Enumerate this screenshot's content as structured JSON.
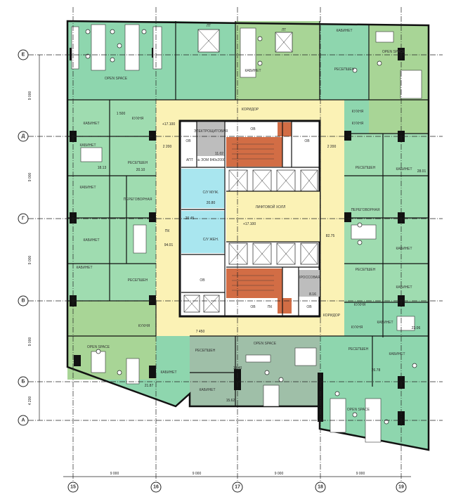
{
  "axes": {
    "columns": [
      "15",
      "16",
      "17",
      "18",
      "19"
    ],
    "rows": [
      "Е",
      "Д",
      "Г",
      "В",
      "Б",
      "А"
    ],
    "col_spacing": [
      "9 000",
      "9 000",
      "9 000",
      "9 000"
    ],
    "row_spacing": [
      "9 000",
      "9 000",
      "9 000",
      "9 000",
      "4 200"
    ]
  },
  "labels": {
    "open_space": "OPEN SPACE",
    "cabinet": "КАБИНЕТ",
    "reception": "РЕСЕПШЕН",
    "meeting": "ПЕРЕГОВОРНАЯ",
    "kitchen": "КУХНЯ",
    "corridor": "КОРИДОР",
    "lift_hall": "ЛИФТОВОЙ ХОЛЛ",
    "wc_male": "С/У МУЖ.",
    "wc_female": "С/У ЖЕН.",
    "cross": "КРОССОВАЯ",
    "electrical": "ЭЛЕКТРОЩИТОВАЯ",
    "shaft": "ОВ",
    "pk": "ПК",
    "apt": "АПТ",
    "lt": "ЛТ",
    "zone_note": "№ ЗОМ 840х2000"
  },
  "dimensions": {
    "d1": "2 200",
    "d2": "7 450",
    "d3": "1 500",
    "elev": "+17.100",
    "area_hall": "82.75",
    "area_corr": "94.01",
    "area_wc_m": "20.80",
    "area_wc_f": "20.45",
    "area_cross": "8.16",
    "area_el": "11.02",
    "area_a": "26.78",
    "area_b": "23.06",
    "area_c": "19.40",
    "area_d": "15.62",
    "area_e": "21.87",
    "area_f": "18.13",
    "area_g": "28.01",
    "area_h": "20.10"
  },
  "colors": {
    "office_teal": "#8ed6ae",
    "office_olive": "#a8d596",
    "office_gray": "#9fbfa8",
    "corridor": "#fbf2b5",
    "wc": "#a9e6ef",
    "stairs": "#d26d45",
    "tech": "#bdbdbd"
  }
}
